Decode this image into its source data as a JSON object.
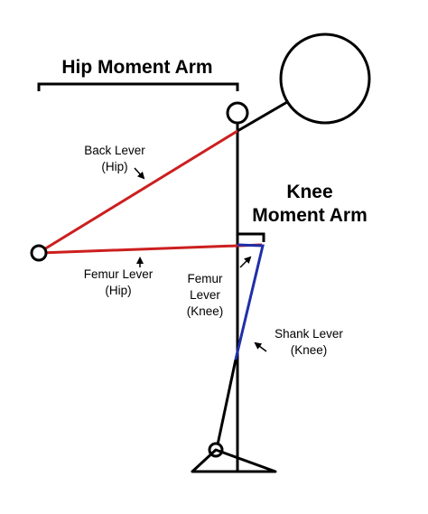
{
  "labels": {
    "hip_moment_arm": "Hip Moment Arm",
    "knee_moment_arm_line1": "Knee",
    "knee_moment_arm_line2": "Moment Arm",
    "back_lever_line1": "Back Lever",
    "back_lever_line2": "(Hip)",
    "femur_lever_hip_line1": "Femur Lever",
    "femur_lever_hip_line2": "(Hip)",
    "femur_lever_knee_line1": "Femur",
    "femur_lever_knee_line2": "Lever",
    "femur_lever_knee_line3": "(Knee)",
    "shank_lever_line1": "Shank Lever",
    "shank_lever_line2": "(Knee)"
  },
  "colors": {
    "ink": "#000000",
    "hip_lever": "#cc1f1f",
    "knee_lever": "#1f2fa8",
    "background": "#ffffff"
  }
}
